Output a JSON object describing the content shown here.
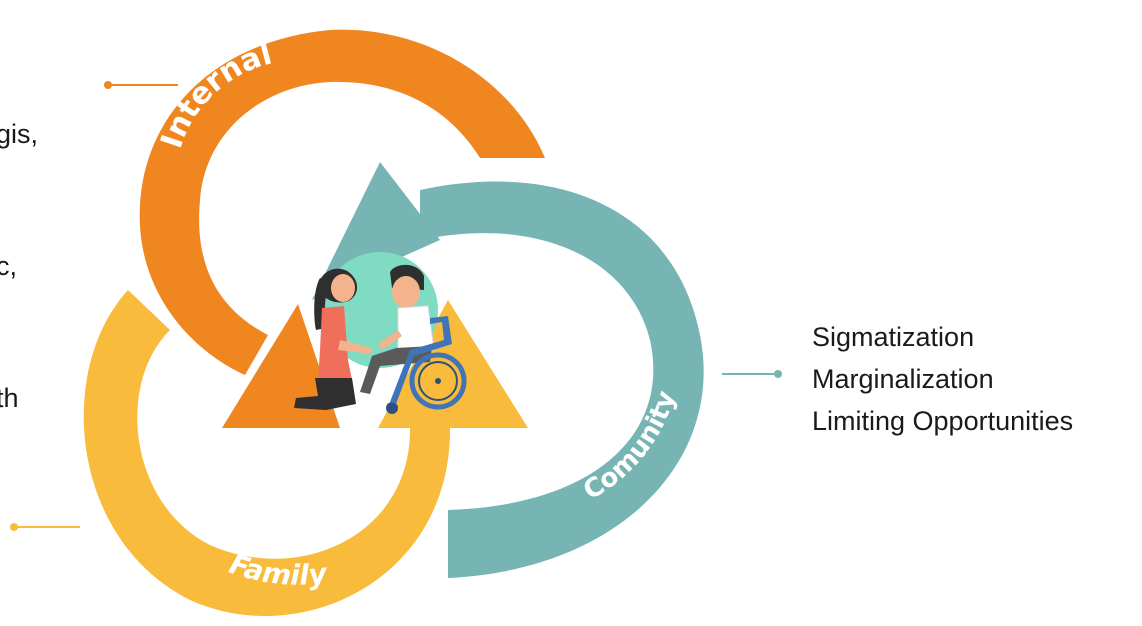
{
  "left_text": [
    "gis,",
    "c,",
    "th"
  ],
  "cycle": {
    "internal": {
      "label": "Internal",
      "color": "#ef8620"
    },
    "family": {
      "label": "Family",
      "color": "#f8bb3b"
    },
    "community": {
      "label": "Comunity",
      "color": "#76b5b3"
    }
  },
  "community_effects": [
    "Sigmatization",
    "Marginalization",
    "Limiting Opportunities"
  ],
  "colors": {
    "internal": "#ef8620",
    "family": "#f8bb3b",
    "community": "#76b5b3",
    "center_circle": "#7fdcc2"
  }
}
